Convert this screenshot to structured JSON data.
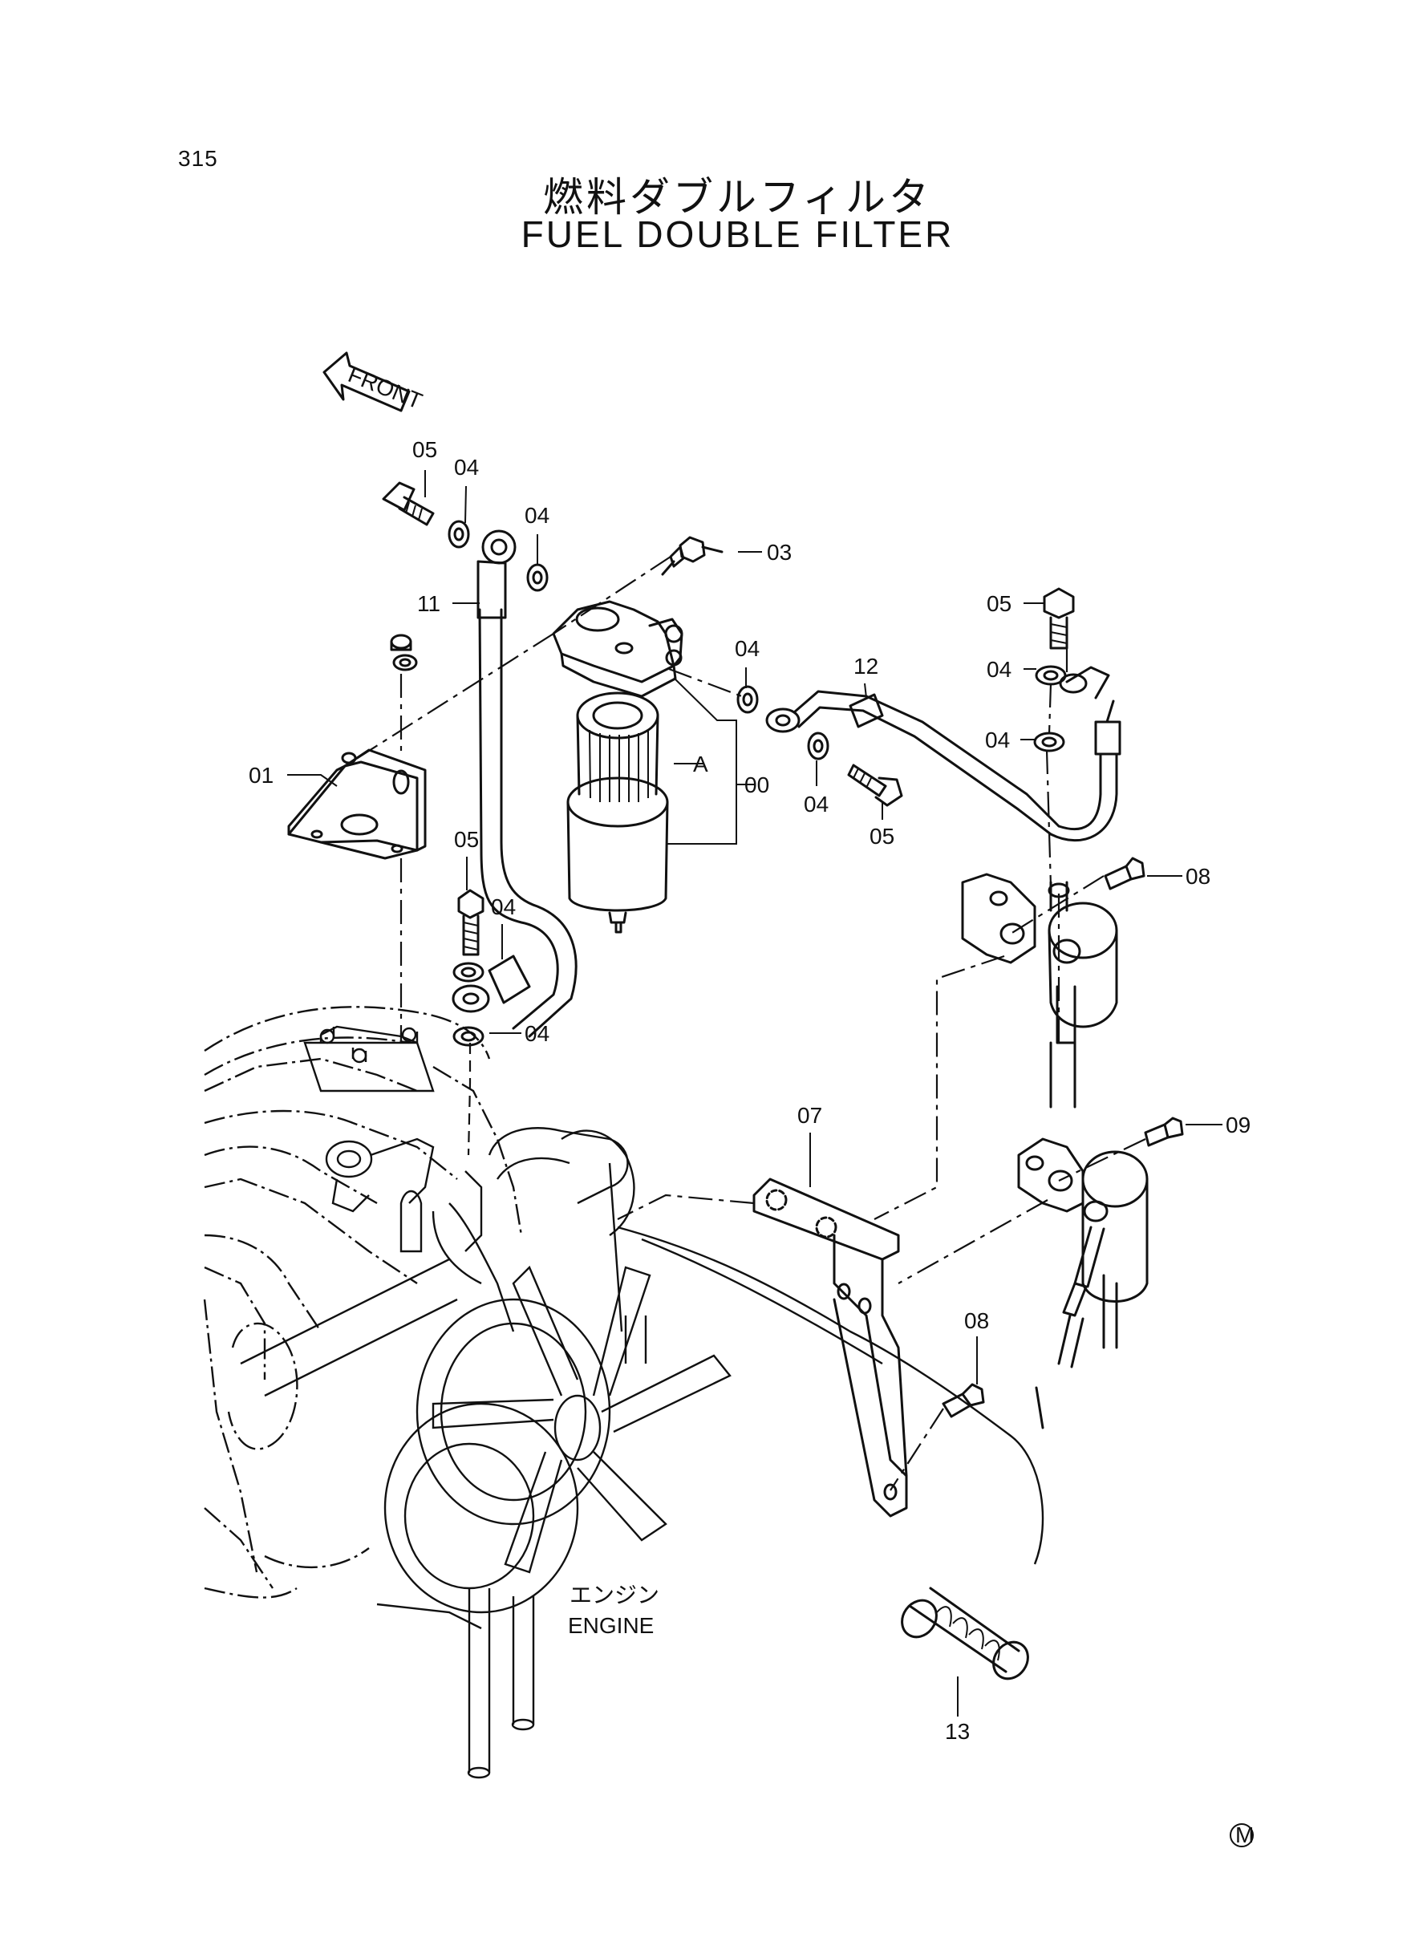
{
  "page": {
    "number": "315",
    "title_jp": "燃料ダブルフィルタ",
    "title_en": "FUEL DOUBLE FILTER"
  },
  "direction_arrow": {
    "label": "FRONT"
  },
  "assembly_mark": "A",
  "engine_label": {
    "jp": "エンジン",
    "en": "ENGINE"
  },
  "mark_symbol": "M",
  "callouts": [
    {
      "id": "00",
      "part": "fuel double filter assy"
    },
    {
      "id": "01",
      "part": "bracket"
    },
    {
      "id": "03",
      "part": "bolt"
    },
    {
      "id": "04",
      "part": "washer"
    },
    {
      "id": "05",
      "part": "bolt"
    },
    {
      "id": "07",
      "part": "bracket"
    },
    {
      "id": "08",
      "part": "bolt"
    },
    {
      "id": "09",
      "part": "bolt"
    },
    {
      "id": "11",
      "part": "hose"
    },
    {
      "id": "12",
      "part": "pipe"
    },
    {
      "id": "13",
      "part": "spring"
    }
  ],
  "label_texts": {
    "c00": "00",
    "c01": "01",
    "c03": "03",
    "c04": "04",
    "c05": "05",
    "c07": "07",
    "c08": "08",
    "c09": "09",
    "c11": "11",
    "c12": "12",
    "c13": "13"
  }
}
